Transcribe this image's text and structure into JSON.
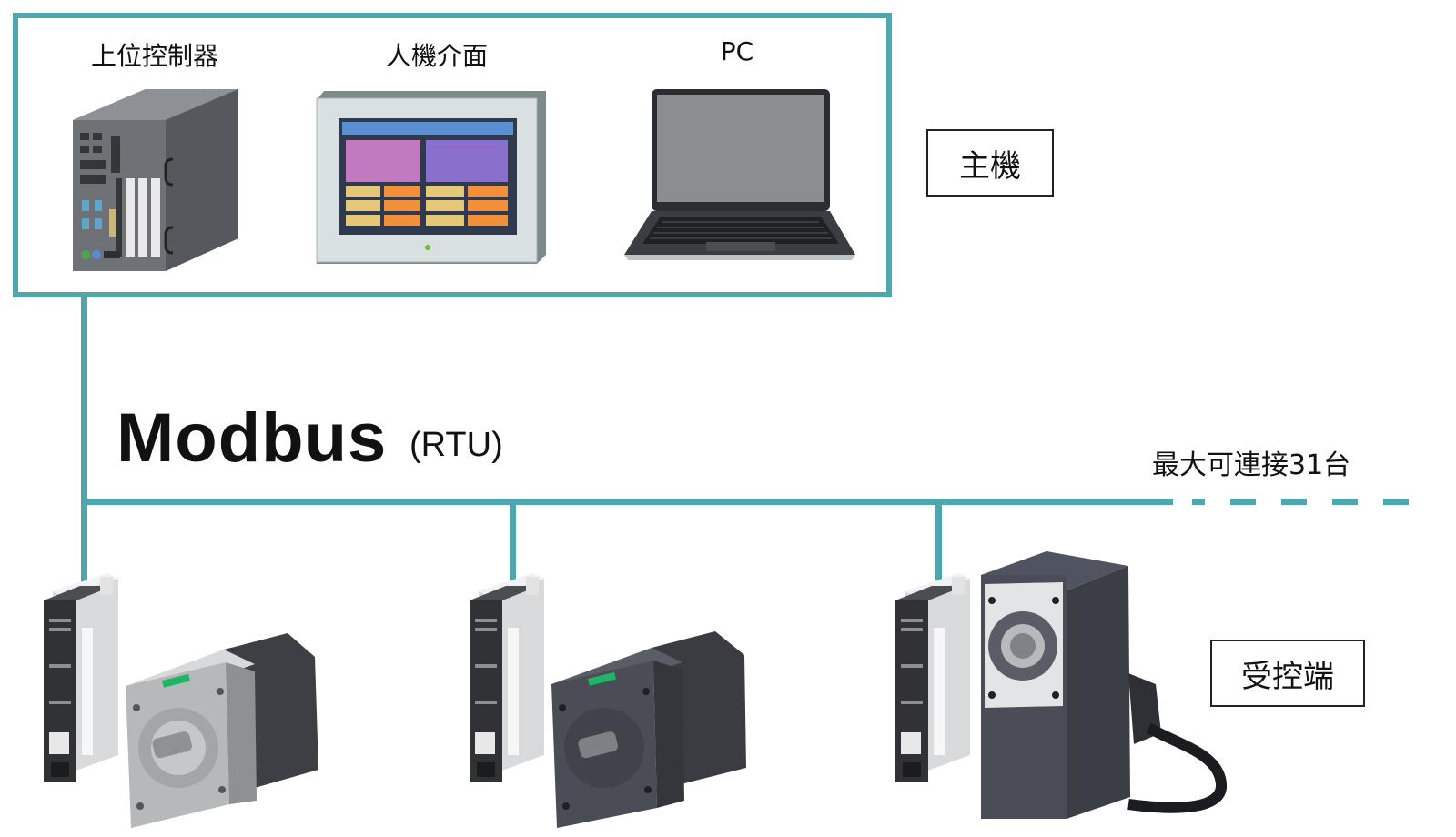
{
  "host_group": {
    "devices": [
      {
        "label": "上位控制器",
        "icon": "industrial-pc-icon"
      },
      {
        "label": "人機介面",
        "icon": "hmi-panel-icon"
      },
      {
        "label": "PC",
        "icon": "laptop-icon"
      }
    ],
    "role_label": "主機"
  },
  "bus": {
    "name": "Modbus",
    "protocol": "(RTU)",
    "max_connections": "最大可連接31台",
    "line_color": "#4fa6ac"
  },
  "slaves": {
    "role_label": "受控端",
    "units": [
      {
        "icon": "driver-with-gray-geared-motor-icon"
      },
      {
        "icon": "driver-with-dark-geared-motor-icon"
      },
      {
        "icon": "driver-with-right-angle-motor-icon"
      }
    ]
  }
}
